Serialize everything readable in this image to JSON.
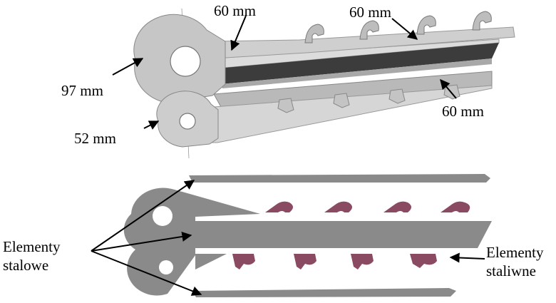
{
  "dimensions": {
    "top_upper": "60 mm",
    "top_right": "60 mm",
    "bottom_right": "60 mm",
    "eye_large": "97 mm",
    "eye_small": "52 mm"
  },
  "legend": {
    "steel_line1": "Elementy",
    "steel_line2": "stalowe",
    "cast_line1": "Elementy",
    "cast_line2": "staliwne"
  },
  "colors": {
    "steel_gray": "#8a8a8a",
    "cast_steel": "#8a4a62",
    "model_light": "#cfcfcf",
    "model_dark": "#3c3c3c"
  }
}
